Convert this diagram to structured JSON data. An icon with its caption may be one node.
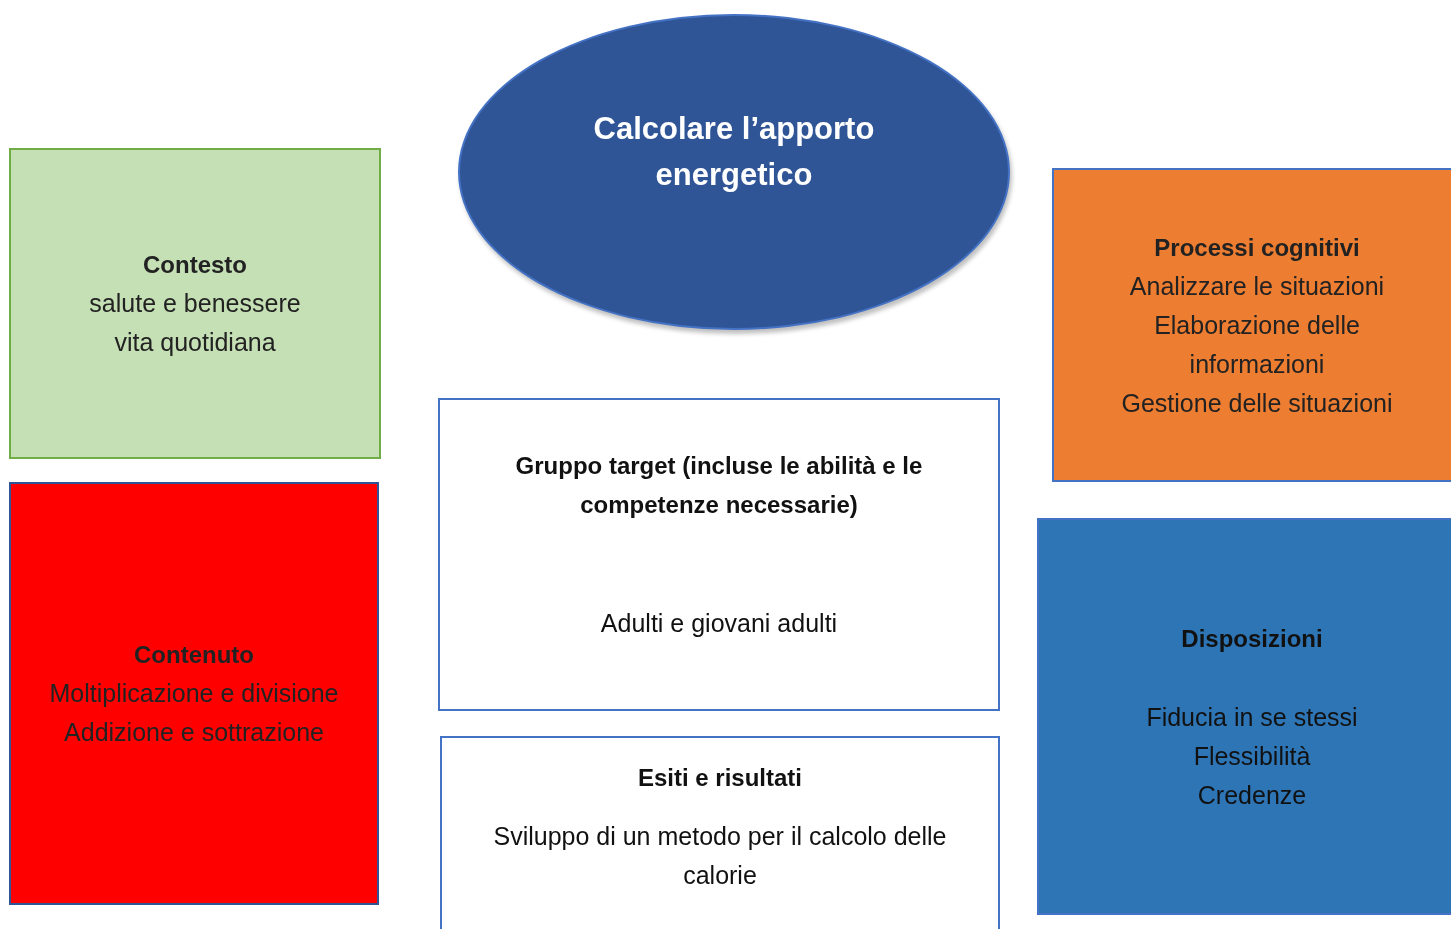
{
  "diagram": {
    "nodes": [
      {
        "text": [
          "Calcolare l’apporto energetico"
        ]
      },
      {
        "text": [
          "Contesto",
          "salute e benessere",
          "vita quotidiana"
        ]
      },
      {
        "text": [
          "Processi cognitivi",
          "Analizzare le situazioni",
          "Elaborazione delle informazioni",
          "Gestione delle situazioni"
        ]
      },
      {
        "text": [
          "Gruppo target (incluse le abilità e le competenze necessarie)",
          "Adulti e giovani adulti"
        ]
      },
      {
        "text": [
          "Contenuto",
          "Moltiplicazione e divisione",
          "Addizione e sottrazione"
        ]
      },
      {
        "text": [
          "Disposizioni",
          "Fiducia in se stessi",
          "Flessibilità",
          "Credenze"
        ]
      },
      {
        "text": [
          "Esiti e risultati",
          "Sviluppo di un metodo per il calcolo delle calorie"
        ]
      }
    ]
  }
}
